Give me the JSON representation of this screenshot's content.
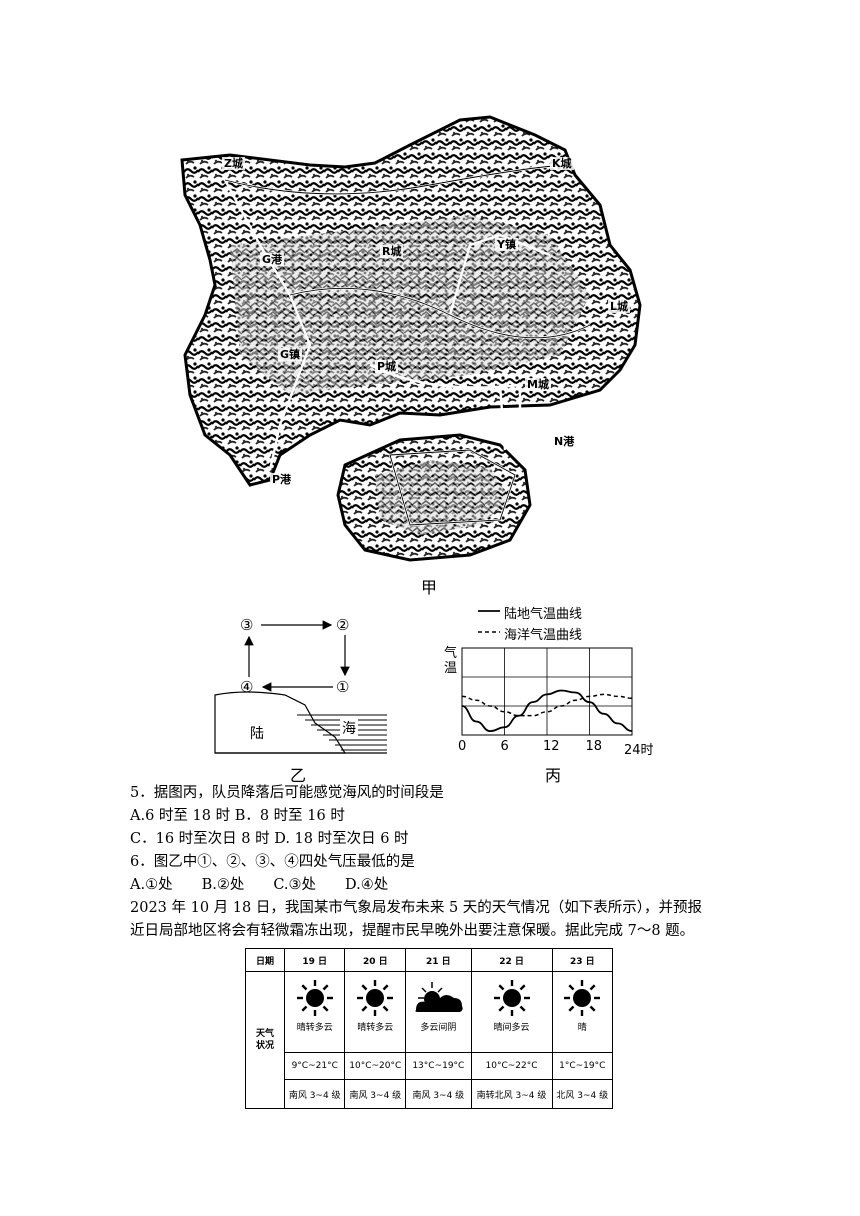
{
  "map_jia": {
    "caption": "甲",
    "labels": {
      "z_city": "Z城",
      "k_city": "K城",
      "g_port": "G港",
      "r_city": "R城",
      "g_town": "G镇",
      "p_city": "P城",
      "m_city": "M城",
      "p_port": "P港",
      "n_port": "N港",
      "l_city": "L城",
      "y_town": "Y镇"
    }
  },
  "diagram_yi": {
    "caption": "乙",
    "points": [
      "③",
      "②",
      "④",
      "①"
    ],
    "land_label": "陆",
    "sea_label": "海"
  },
  "chart_bing": {
    "caption": "丙"
  },
  "chart_data": {
    "type": "line",
    "ylabel": "气温",
    "x_ticks": [
      "0",
      "6",
      "12",
      "18",
      "24时"
    ],
    "xlim": [
      0,
      24
    ],
    "grid": true,
    "legend_placement": "top",
    "series": [
      {
        "name": "陆地气温曲线",
        "style": "solid",
        "x": [
          0,
          2,
          4,
          6,
          8,
          10,
          12,
          14,
          16,
          18,
          20,
          22,
          24
        ],
        "y": [
          1.5,
          0.7,
          0.2,
          0.4,
          1.0,
          1.7,
          2.1,
          2.3,
          2.2,
          1.7,
          1.1,
          0.6,
          0.2
        ]
      },
      {
        "name": "海洋气温曲线",
        "style": "dashed",
        "x": [
          0,
          2,
          4,
          6,
          8,
          10,
          12,
          14,
          16,
          18,
          20,
          22,
          24
        ],
        "y": [
          2.0,
          1.8,
          1.5,
          1.2,
          1.0,
          1.0,
          1.2,
          1.5,
          1.8,
          2.0,
          2.1,
          2.0,
          1.9
        ]
      }
    ]
  },
  "questions": {
    "q5": "5．据图丙，队员降落后可能感觉海风的时间段是",
    "q5_ab": "A.6 时至 18 时 B．8 时至 16 时",
    "q5_cd": "C．16 时至次日 8 时 D. 18 时至次日 6 时",
    "q6": "6．图乙中①、②、③、④四处气压最低的是",
    "q6_opts": "A.①处　　B.②处　　C.③处　　D.④处",
    "intro1": "2023 年 10 月 18 日，我国某市气象局发布未来 5 天的天气情况（如下表所示），并预报",
    "intro2": "近日局部地区将会有轻微霜冻出现，提醒市民早晚外出要注意保暖。据此完成 7～8 题。"
  },
  "weather_table": {
    "date_header": "日期",
    "status_header": "天气状况",
    "days": [
      {
        "date": "19 日",
        "icon": "sun-icon",
        "desc": "晴转多云",
        "temp": "9°C~21°C",
        "wind": "南风 3~4 级"
      },
      {
        "date": "20 日",
        "icon": "sun-icon",
        "desc": "晴转多云",
        "temp": "10°C~20°C",
        "wind": "南风 3~4 级"
      },
      {
        "date": "21 日",
        "icon": "cloud-icon",
        "desc": "多云间阴",
        "temp": "13°C~19°C",
        "wind": "南风 3~4 级"
      },
      {
        "date": "22 日",
        "icon": "sun-icon",
        "desc": "晴间多云",
        "temp": "10°C~22°C",
        "wind": "南转北风 3~4 级"
      },
      {
        "date": "23 日",
        "icon": "sun-icon",
        "desc": "晴",
        "temp": "1°C~19°C",
        "wind": "北风 3~4 级"
      }
    ]
  }
}
